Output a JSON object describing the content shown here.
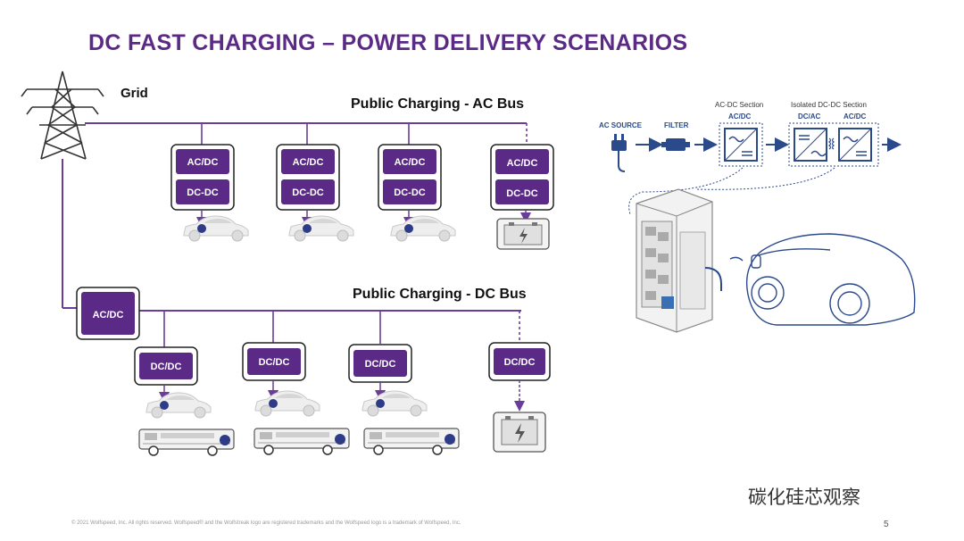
{
  "title": "DC FAST CHARGING – POWER DELIVERY SCENARIOS",
  "grid_label": "Grid",
  "ac_bus": {
    "label": "Public Charging  - AC Bus",
    "stations": [
      {
        "top": "AC/DC",
        "bottom": "DC-DC"
      },
      {
        "top": "AC/DC",
        "bottom": "DC-DC"
      },
      {
        "top": "AC/DC",
        "bottom": "DC-DC"
      },
      {
        "top": "AC/DC",
        "bottom": "DC-DC"
      }
    ]
  },
  "dc_bus": {
    "label": "Public Charging - DC Bus",
    "front_converter": "AC/DC",
    "stations": [
      "DC/DC",
      "DC/DC",
      "DC/DC",
      "DC/DC"
    ]
  },
  "schematic": {
    "ac_source": "AC SOURCE",
    "filter": "FILTER",
    "acdc_section_title": "AC-DC Section",
    "acdc_label": "AC/DC",
    "isolated_title": "Isolated DC-DC Section",
    "dcac_label": "DC/AC",
    "acdc2_label": "AC/DC"
  },
  "colors": {
    "purple": "#5b2a86",
    "box_border": "#222222",
    "bus_line": "#6a3d9a",
    "blue": "#2b4a8b"
  },
  "footer": "© 2021 Wolfspeed, Inc. All rights reserved. Wolfspeed® and the Wolfstreak logo are registered trademarks and the Wolfspeed logo is a trademark of Wolfspeed, Inc.",
  "page_number": "5",
  "watermark": "碳化硅芯观察"
}
